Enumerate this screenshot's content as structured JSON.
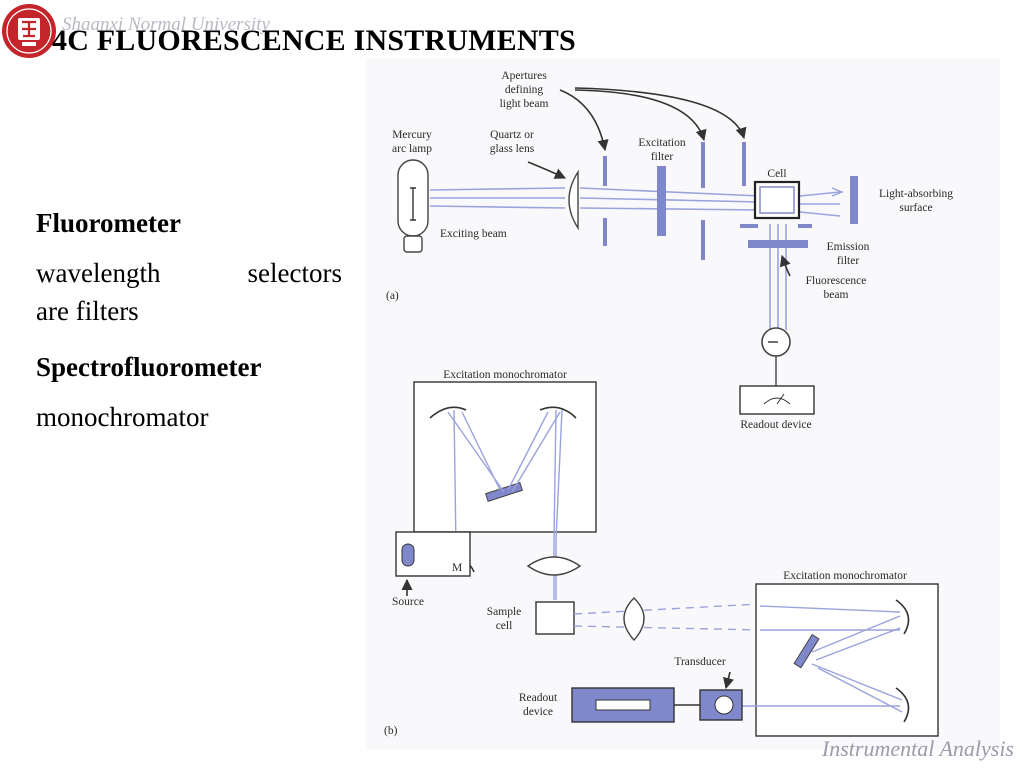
{
  "header": {
    "university": "Shaanxi Normal University",
    "title": "4C  FLUORESCENCE INSTRUMENTS"
  },
  "content": {
    "fluorometer_heading": "Fluorometer",
    "fluorometer_line1": "wavelength selectors",
    "fluorometer_line2": "are  filters",
    "spectro_heading": "Spectrofluorometer",
    "spectro_text": "monochromator"
  },
  "diagram_a": {
    "label": "(a)",
    "apertures_1": "Apertures",
    "apertures_2": "defining",
    "apertures_3": "light beam",
    "lamp_1": "Mercury",
    "lamp_2": "arc lamp",
    "lens_1": "Quartz or",
    "lens_2": "glass lens",
    "excitation_filter_1": "Excitation",
    "excitation_filter_2": "filter",
    "cell": "Cell",
    "surface_1": "Light-absorbing",
    "surface_2": "surface",
    "exciting_beam": "Exciting beam",
    "emission_filter_1": "Emission",
    "emission_filter_2": "filter",
    "fluorescence_1": "Fluorescence",
    "fluorescence_2": "beam",
    "readout": "Readout device"
  },
  "diagram_b": {
    "label": "(b)",
    "excitation_mono": "Excitation monochromator",
    "second_mono": "Excitation monochromator",
    "mirror": "M",
    "source": "Source",
    "sample_1": "Sample",
    "sample_2": "cell",
    "transducer": "Transducer",
    "readout_1": "Readout",
    "readout_2": "device"
  },
  "footer": {
    "course": "Instrumental Analysis"
  },
  "colors": {
    "beam": "#9aa3dc",
    "filter": "#8088cc",
    "box": "#333333",
    "title": "#000000"
  }
}
